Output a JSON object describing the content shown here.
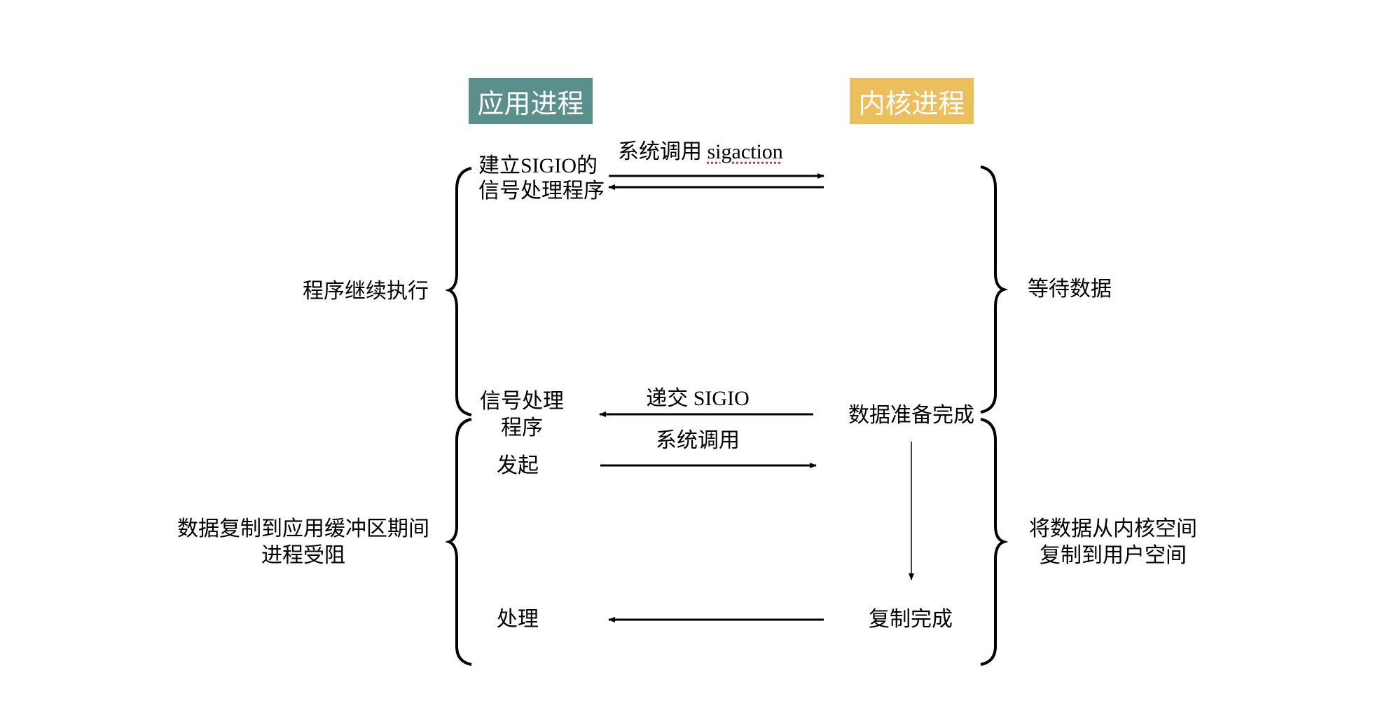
{
  "headers": {
    "app_process": {
      "label": "应用进程",
      "color": "#5a8f8c"
    },
    "kernel_process": {
      "label": "内核进程",
      "color": "#ecbf5e"
    }
  },
  "app_steps": {
    "setup_line1": "建立SIGIO的",
    "setup_line2": "信号处理程序",
    "signal_handler_line1": "信号处理",
    "signal_handler_line2": "程序",
    "initiate": "发起",
    "process": "处理"
  },
  "messages": {
    "syscall_prefix": "系统调用 ",
    "syscall_name": "sigaction",
    "deliver_sigio": "递交 SIGIO",
    "syscall": "系统调用"
  },
  "kernel_steps": {
    "data_ready": "数据准备完成",
    "copy_done": "复制完成"
  },
  "phases_left": {
    "continue": "程序继续执行",
    "blocked_line1": "数据复制到应用缓冲区期间",
    "blocked_line2": "进程受阻"
  },
  "phases_right": {
    "waiting": "等待数据",
    "copy_line1": "将数据从内核空间",
    "copy_line2": "复制到用户空间"
  }
}
